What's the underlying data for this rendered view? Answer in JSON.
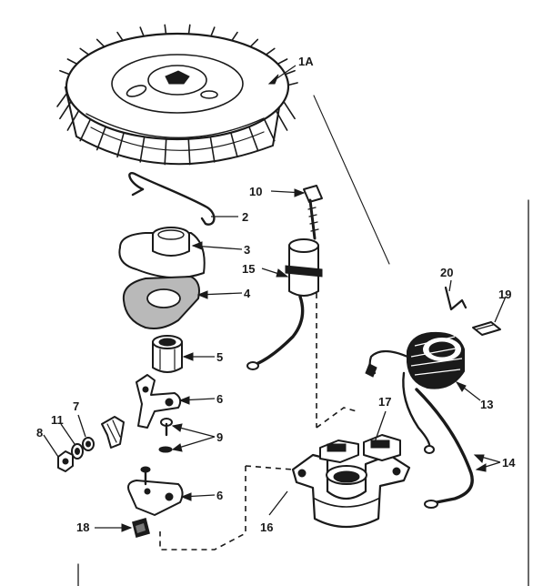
{
  "parts": [
    {
      "id": "flywheel",
      "label": "1A"
    },
    {
      "id": "wire-spring",
      "label": "2"
    },
    {
      "id": "sleeve-plate",
      "label": "3"
    },
    {
      "id": "gasket",
      "label": "4"
    },
    {
      "id": "bushing",
      "label": "5"
    },
    {
      "id": "breaker-arm-upper",
      "label": "6"
    },
    {
      "id": "breaker-plate-lower",
      "label": "6"
    },
    {
      "id": "spring-washer",
      "label": "7"
    },
    {
      "id": "nut",
      "label": "8"
    },
    {
      "id": "screw-washer",
      "label": "9"
    },
    {
      "id": "screw",
      "label": "10"
    },
    {
      "id": "lock-washer",
      "label": "11"
    },
    {
      "id": "coil",
      "label": "13"
    },
    {
      "id": "lead-wires",
      "label": "14"
    },
    {
      "id": "condenser",
      "label": "15"
    },
    {
      "id": "armature",
      "label": "16"
    },
    {
      "id": "core-bracket",
      "label": "17"
    },
    {
      "id": "felt-pad",
      "label": "18"
    },
    {
      "id": "clip",
      "label": "19"
    },
    {
      "id": "pin",
      "label": "20"
    }
  ]
}
